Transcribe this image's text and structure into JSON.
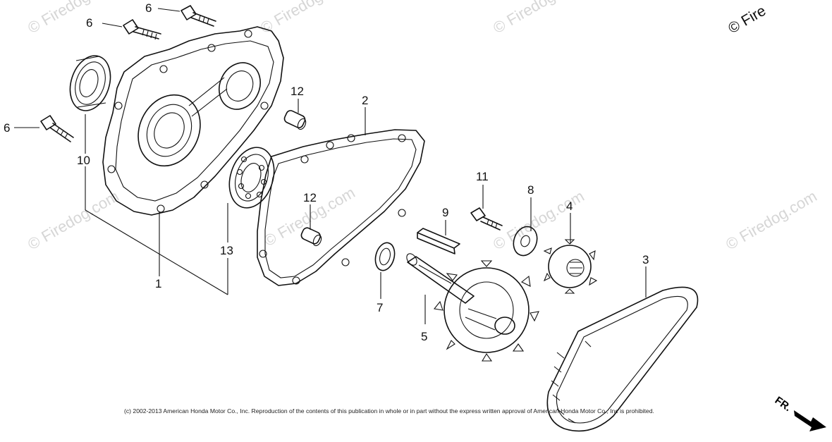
{
  "watermark": {
    "text": "© Firedog.com",
    "corner_text": "© Fire"
  },
  "callouts": {
    "c1": "1",
    "c2": "2",
    "c3": "3",
    "c4": "4",
    "c5": "5",
    "c6a": "6",
    "c6b": "6",
    "c6c": "6",
    "c7": "7",
    "c8": "8",
    "c9": "9",
    "c10": "10",
    "c11": "11",
    "c12a": "12",
    "c12b": "12",
    "c13": "13"
  },
  "copyright": "(c) 2002-2013 American Honda Motor Co., Inc. Reproduction of the contents of this publication in whole or in part without the express written approval of American Honda Motor Co., Inc is prohibited.",
  "direction_label": "FR.",
  "colors": {
    "ink": "#111111",
    "watermark": "#d6d6d6",
    "background": "#ffffff"
  }
}
